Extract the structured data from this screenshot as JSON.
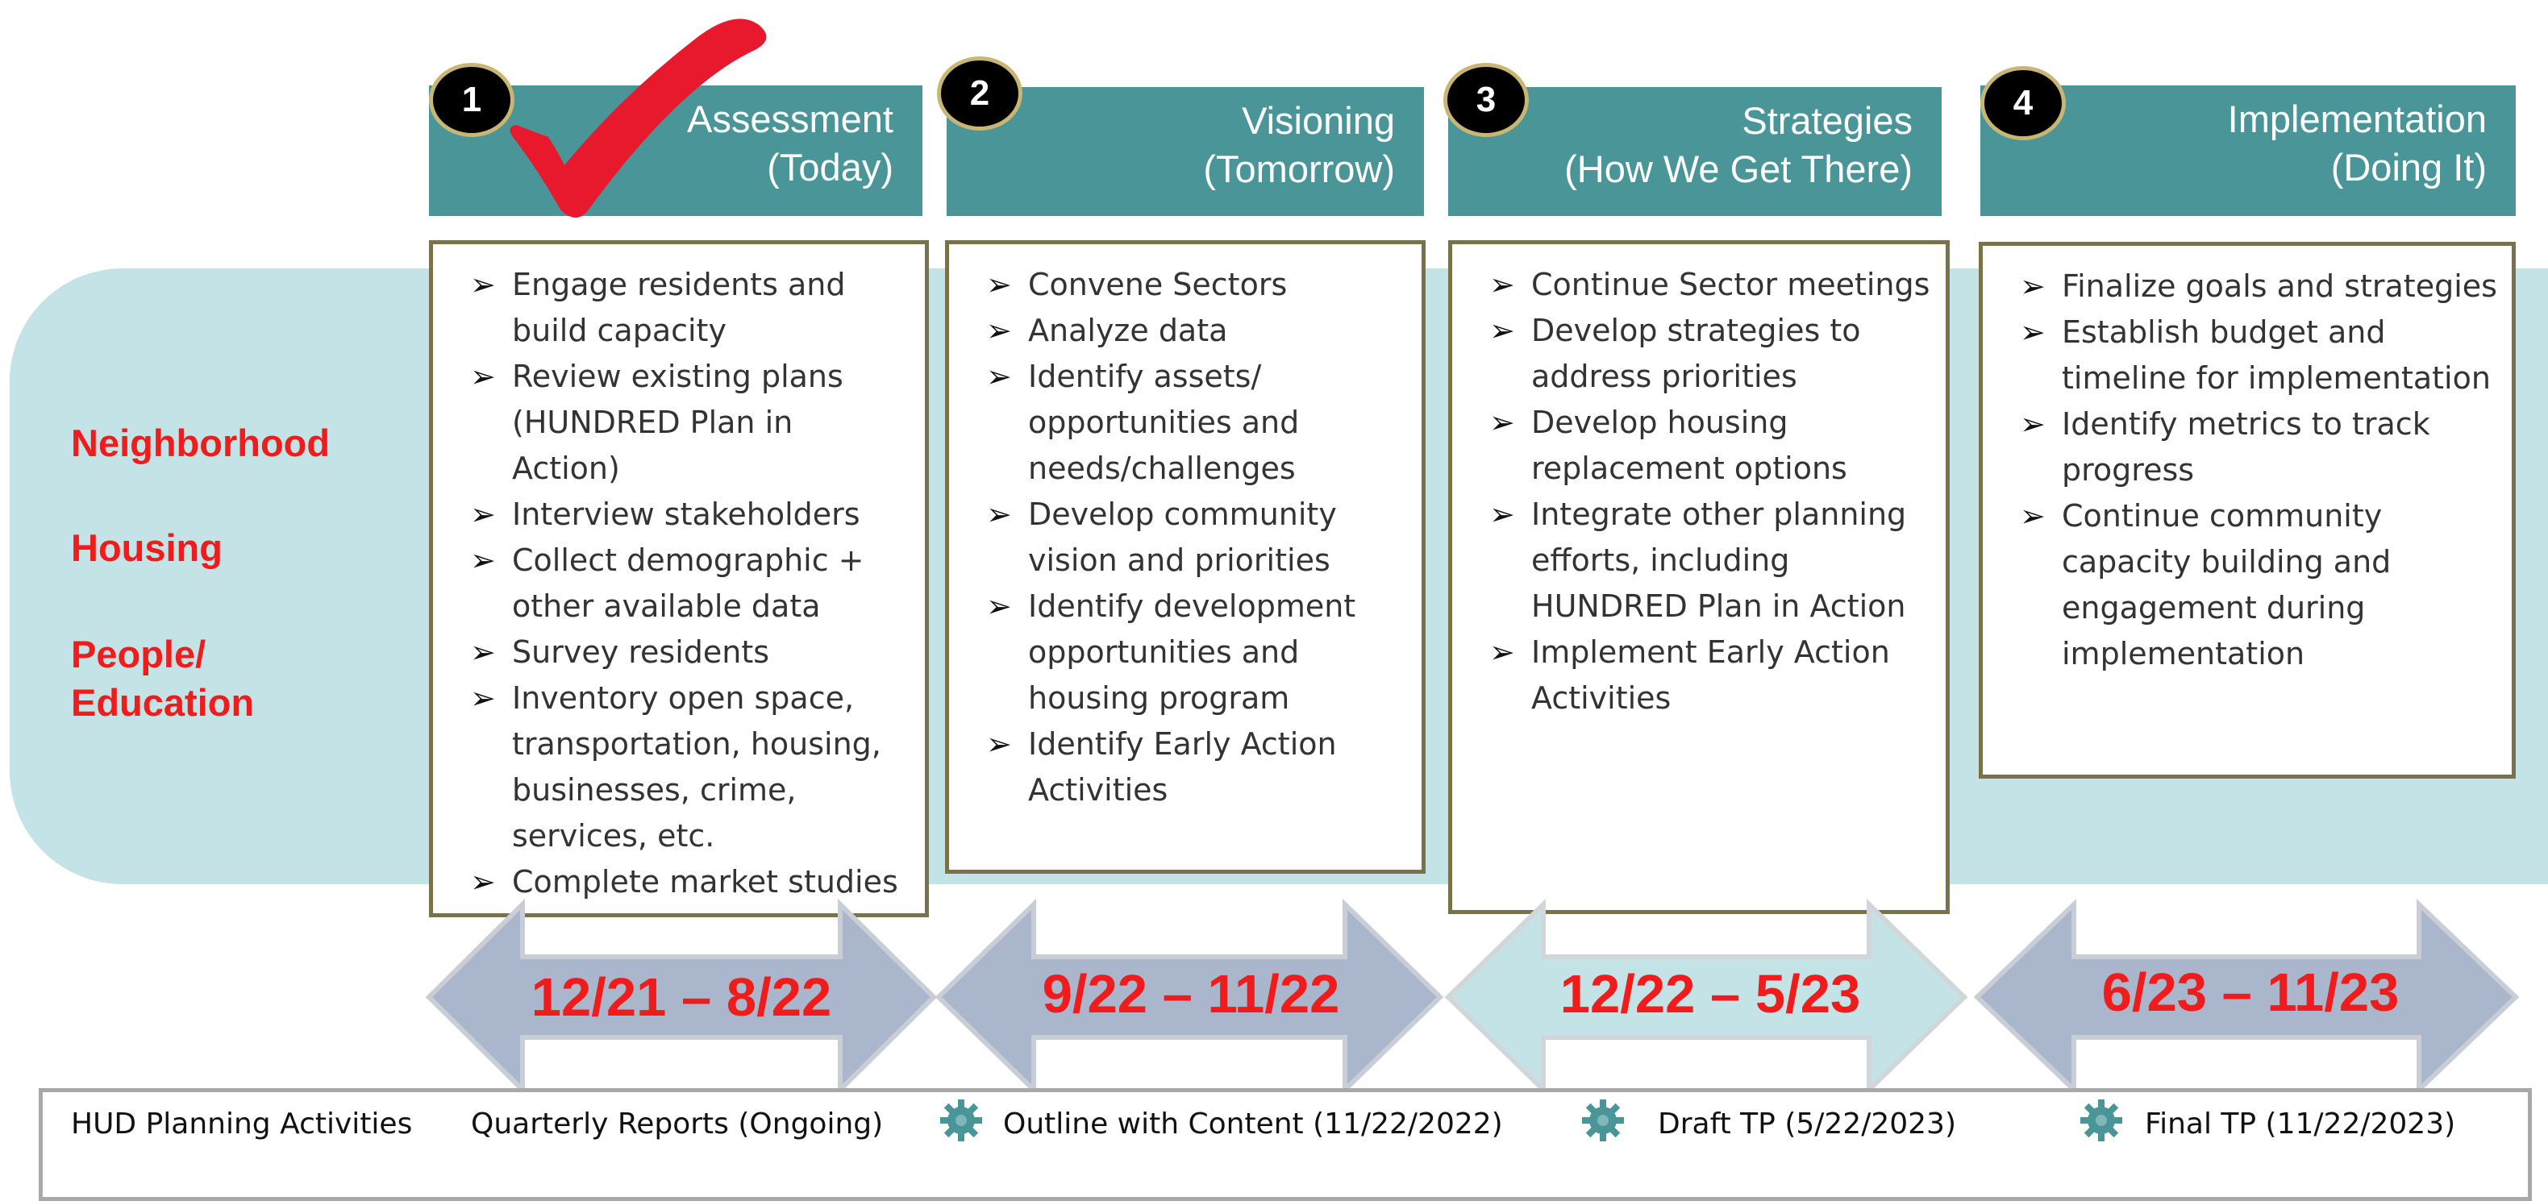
{
  "categories": [
    "Neighborhood",
    "Housing",
    "People/",
    "Education"
  ],
  "phases": [
    {
      "number": "1",
      "title_line1": "Assessment",
      "title_line2": "(Today)",
      "items": [
        [
          "Engage residents and",
          "build capacity"
        ],
        [
          "Review existing plans",
          "(HUNDRED Plan in",
          "Action)"
        ],
        [
          "Interview stakeholders"
        ],
        [
          "Collect demographic +",
          "other available data"
        ],
        [
          "Survey residents"
        ],
        [
          "Inventory  open space,",
          "transportation, housing,",
          "businesses, crime,",
          "services, etc."
        ],
        [
          "Complete market studies"
        ]
      ],
      "dates": "12/21 – 8/22"
    },
    {
      "number": "2",
      "title_line1": "Visioning",
      "title_line2": "(Tomorrow)",
      "items": [
        [
          "Convene Sectors"
        ],
        [
          "Analyze data"
        ],
        [
          "Identify assets/",
          "opportunities and",
          "needs/challenges"
        ],
        [
          "Develop community",
          "vision and priorities"
        ],
        [
          "Identify development",
          "opportunities and",
          "housing program"
        ],
        [
          "Identify Early Action",
          "Activities"
        ]
      ],
      "dates": "9/22 – 11/22"
    },
    {
      "number": "3",
      "title_line1": "Strategies",
      "title_line2": "(How We Get There)",
      "items": [
        [
          "Continue Sector meetings"
        ],
        [
          "Develop strategies to",
          "address priorities"
        ],
        [
          "Develop housing",
          "replacement options"
        ],
        [
          "Integrate other planning",
          "efforts, including",
          "HUNDRED Plan in Action"
        ],
        [
          "Implement Early Action",
          "Activities"
        ]
      ],
      "dates": "12/22 – 5/23"
    },
    {
      "number": "4",
      "title_line1": "Implementation",
      "title_line2": "(Doing It)",
      "items": [
        [
          "Finalize goals and strategies"
        ],
        [
          "Establish budget and",
          "timeline for implementation"
        ],
        [
          "Identify metrics to track",
          "progress"
        ],
        [
          "Continue community",
          "capacity building  and",
          "engagement during",
          "implementation"
        ]
      ],
      "dates": "6/23 – 11/23"
    }
  ],
  "hud_bar": {
    "label": "HUD Planning Activities",
    "quarterly": "Quarterly Reports (Ongoing)",
    "outline": "Outline with Content (11/22/2022)",
    "draft": "Draft TP (5/22/2023)",
    "final": "Final TP (11/22/2023)"
  },
  "colors": {
    "header_teal": "#4a9598",
    "band_light_teal": "#c4e3e6",
    "arrow_slate": "#aab6cb",
    "arrow_highlight": "#c4e3e6",
    "label_red": "#f01c1c",
    "box_border": "#7a7248",
    "check_red": "#e8192c"
  },
  "icons": [
    "checkmark-icon",
    "gear-icon"
  ]
}
